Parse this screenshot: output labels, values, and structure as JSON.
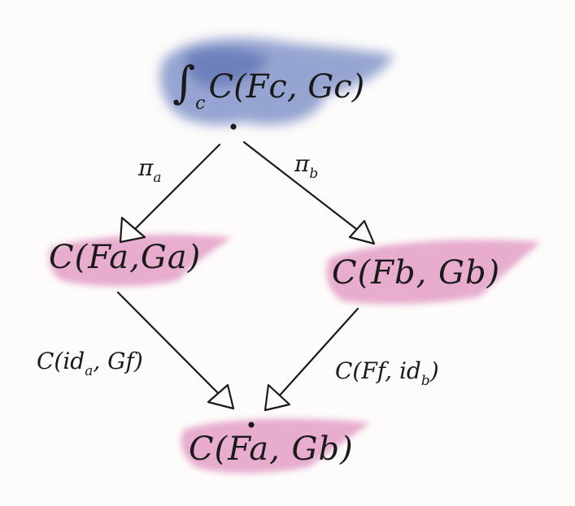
{
  "diagram": {
    "nodes": {
      "top": {
        "integral": "∫",
        "subscript": "c",
        "expr": "C(Fc, Gc)"
      },
      "left": "C(Fa,Ga)",
      "right": "C(Fb, Gb)",
      "bottom": "C(Fa, Gb)"
    },
    "edges": {
      "pi_a": {
        "symbol": "π",
        "subscript": "a"
      },
      "pi_b": {
        "symbol": "π",
        "subscript": "b"
      },
      "left_down": {
        "prefix": "C(id",
        "subscript": "a",
        "suffix": ", Gf)"
      },
      "right_down": {
        "prefix": "C(Ff, id",
        "subscript": "b",
        "suffix": ")"
      }
    },
    "colors": {
      "top_wash": "#6b7fbf",
      "node_wash": "#d66aa8",
      "ink": "#1a1a1a"
    }
  }
}
